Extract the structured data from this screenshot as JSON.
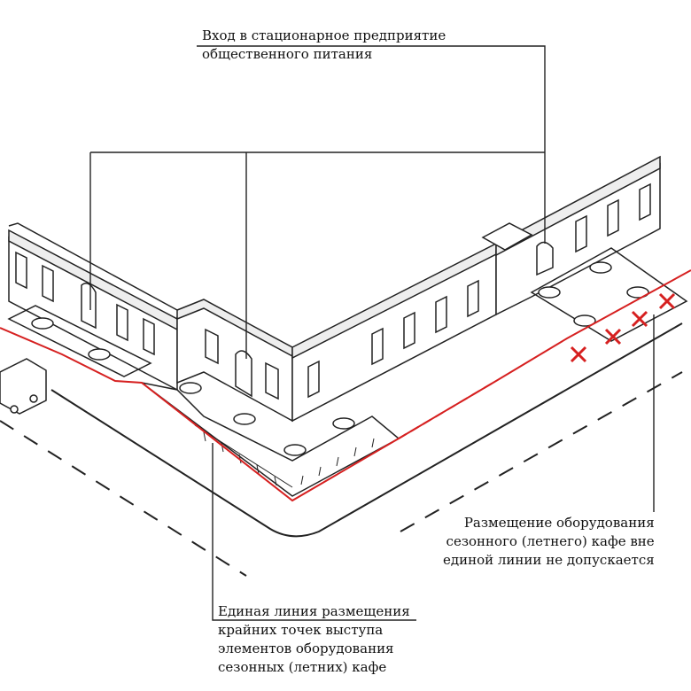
{
  "captions": {
    "entrance": {
      "line1": "Вход в стационарное предприятие",
      "line2": "общественного питания"
    },
    "not_allowed": {
      "line1": "Размещение оборудования",
      "line2": "сезонного (летнего) кафе вне",
      "line3": "единой линии не допускается"
    },
    "unified_line": {
      "line1": "Единая линия размещения",
      "line2": "крайних точек выступа",
      "line3": "элементов оборудования",
      "line4": "сезонных (летних) кафе"
    }
  },
  "colors": {
    "ink": "#222222",
    "red_line": "#d62020",
    "background": "#ffffff"
  }
}
